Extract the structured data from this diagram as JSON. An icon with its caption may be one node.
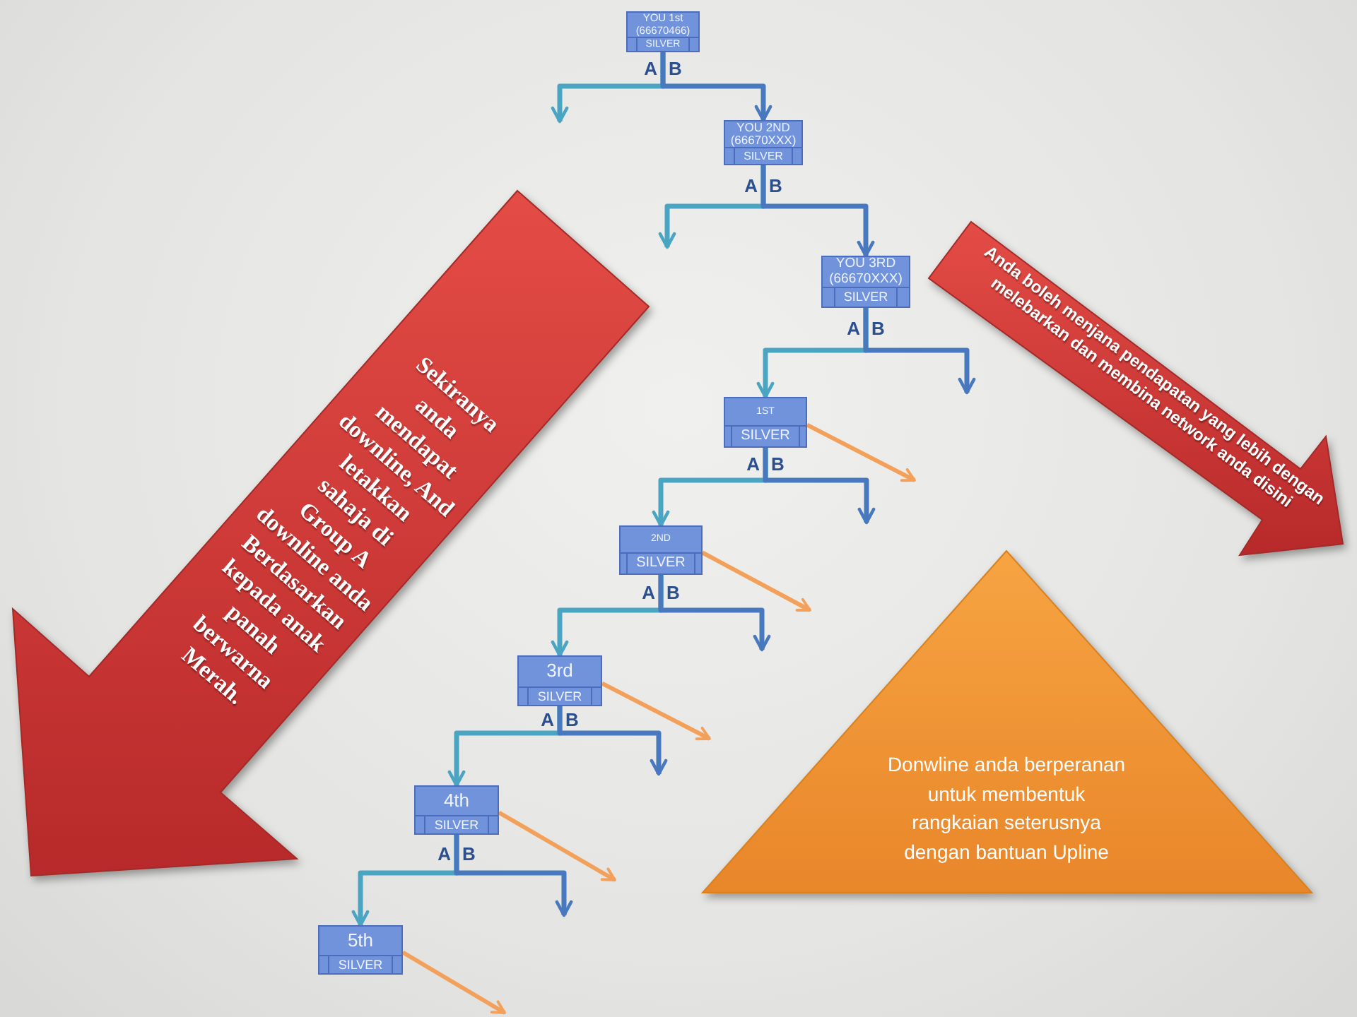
{
  "diagram": {
    "nodes": [
      {
        "text": [
          "YOU 1st (66670466)",
          "SILVER"
        ]
      },
      {
        "text": [
          "YOU 2ND (66670XXX)",
          "SILVER"
        ]
      },
      {
        "text": [
          "YOU 3RD (66670XXX)",
          "SILVER"
        ]
      },
      {
        "text": [
          "1ST",
          "SILVER"
        ]
      },
      {
        "text": [
          "2ND",
          "SILVER"
        ]
      },
      {
        "text": [
          "3rd",
          "SILVER"
        ]
      },
      {
        "text": [
          "4th",
          "SILVER"
        ]
      },
      {
        "text": [
          "5th",
          "SILVER"
        ]
      },
      {
        "text": [
          "Sekiranya anda mendapat downline, And letakkan sahaja di Group A downline anda Berdasarkan kepada anak panah berwarna Merah."
        ]
      },
      {
        "text": [
          "Anda boleh menjana pendapatan yang lebih dengan melebarkan dan membina network anda disini"
        ]
      },
      {
        "text": [
          "Donwline anda berperanan untuk membentuk rangkaian seterusnya dengan bantuan Upline"
        ]
      }
    ],
    "edges": [
      {
        "from": 0,
        "to": null,
        "arrow": "to",
        "label": "A",
        "color": "#4aa5c3"
      },
      {
        "from": 0,
        "to": 1,
        "arrow": "to",
        "label": "B"
      },
      {
        "from": 1,
        "to": null,
        "arrow": "to",
        "label": "A",
        "color": "#4aa5c3"
      },
      {
        "from": 1,
        "to": 2,
        "arrow": "to",
        "label": "B"
      },
      {
        "from": 2,
        "to": 3,
        "arrow": "to",
        "label": "A",
        "color": "#4aa5c3"
      },
      {
        "from": 2,
        "to": null,
        "arrow": "to",
        "label": "B"
      },
      {
        "from": 3,
        "to": 4,
        "arrow": "to",
        "label": "A",
        "color": "#4aa5c3"
      },
      {
        "from": 3,
        "to": null,
        "arrow": "to",
        "label": "B"
      },
      {
        "from": 3,
        "to": null,
        "arrow": "to",
        "color": "#f2a05a"
      },
      {
        "from": 4,
        "to": 5,
        "arrow": "to",
        "label": "A",
        "color": "#4aa5c3"
      },
      {
        "from": 4,
        "to": null,
        "arrow": "to",
        "label": "B"
      },
      {
        "from": 4,
        "to": null,
        "arrow": "to",
        "color": "#f2a05a"
      },
      {
        "from": 5,
        "to": 6,
        "arrow": "to",
        "label": "A",
        "color": "#4aa5c3"
      },
      {
        "from": 5,
        "to": null,
        "arrow": "to",
        "label": "B"
      },
      {
        "from": 5,
        "to": null,
        "arrow": "to",
        "color": "#f2a05a"
      },
      {
        "from": 6,
        "to": 7,
        "arrow": "to",
        "label": "A",
        "color": "#4aa5c3"
      },
      {
        "from": 6,
        "to": null,
        "arrow": "to",
        "label": "B"
      },
      {
        "from": 6,
        "to": null,
        "arrow": "to",
        "color": "#f2a05a"
      },
      {
        "from": 7,
        "to": null,
        "arrow": "to",
        "color": "#f2a05a"
      }
    ]
  }
}
